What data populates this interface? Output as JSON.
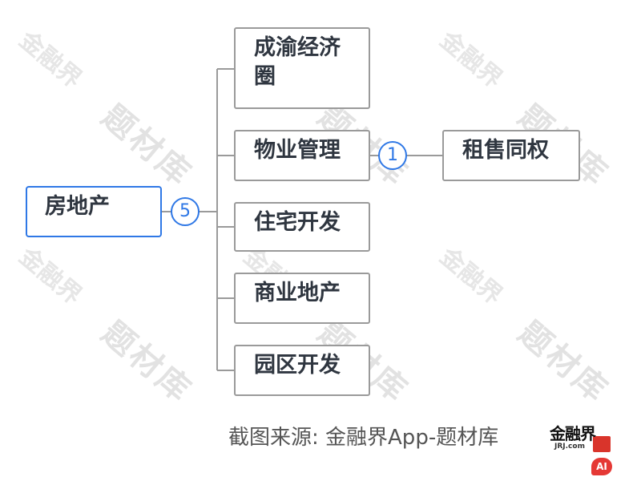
{
  "diagram": {
    "root": {
      "label": "房地产",
      "child_count": "5"
    },
    "children": [
      {
        "label": "成渝经济圈"
      },
      {
        "label": "物业管理",
        "child_count": "1",
        "children": [
          {
            "label": "租售同权"
          }
        ]
      },
      {
        "label": "住宅开发"
      },
      {
        "label": "商业地产"
      },
      {
        "label": "园区开发"
      }
    ]
  },
  "footer": {
    "source": "截图来源: 金融界App-题材库"
  },
  "logo": {
    "text": "金融界",
    "sub": "JRJ.com",
    "ai": "AI"
  },
  "watermark": {
    "brand": "金融界",
    "library": "题材库"
  },
  "colors": {
    "accent": "#2f78e6",
    "node_border": "#9a9a9a",
    "text": "#2f3640",
    "connector": "#9a9a9a"
  }
}
